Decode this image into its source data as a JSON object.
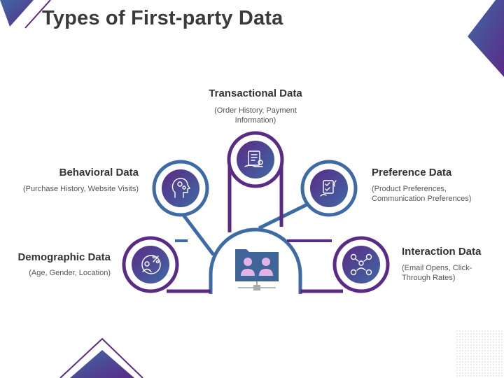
{
  "slide": {
    "title": "Types of First-party Data"
  },
  "colors": {
    "purple": "#5b2a86",
    "blue": "#3e6aa5",
    "icon_circle_gradient": [
      "#5b2a86",
      "#3e6aa5"
    ],
    "folder": "#3f6598",
    "people_icon": "#e4b3e6",
    "title_text": "#3a3a3a"
  },
  "categories": [
    {
      "name": "Transactional Data",
      "description": "(Order History, Payment Information)",
      "icon": "transaction-document-hand-icon",
      "ring_color": "purple"
    },
    {
      "name": "Behavioral Data",
      "description": "(Purchase History, Website Visits)",
      "icon": "head-gears-icon",
      "ring_color": "blue"
    },
    {
      "name": "Preference Data",
      "description": "(Product Preferences, Communication Preferences)",
      "icon": "hands-checklist-icon",
      "ring_color": "blue"
    },
    {
      "name": "Demographic Data",
      "description": "(Age, Gender, Location)",
      "icon": "people-percent-icon",
      "ring_color": "purple"
    },
    {
      "name": "Interaction Data",
      "description": "(Email Opens, Click-Through Rates)",
      "icon": "network-users-icon",
      "ring_color": "purple"
    }
  ],
  "center": {
    "icon": "shared-folder-users-icon"
  }
}
